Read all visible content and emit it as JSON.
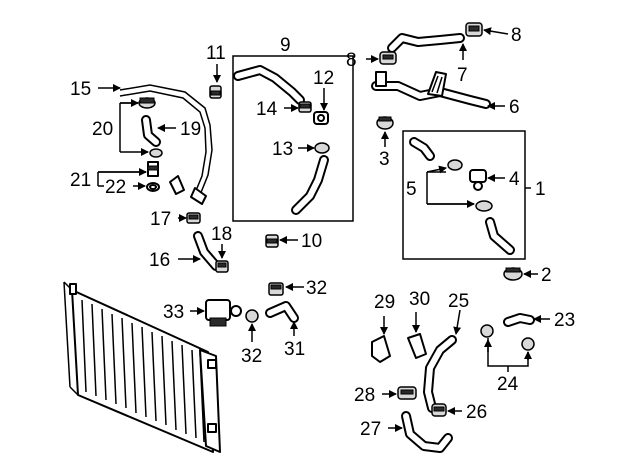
{
  "callouts": {
    "c1": "1",
    "c2": "2",
    "c3": "3",
    "c4": "4",
    "c5": "5",
    "c6": "6",
    "c7": "7",
    "c8a": "8",
    "c8b": "8",
    "c9": "9",
    "c10": "10",
    "c11": "11",
    "c12": "12",
    "c13": "13",
    "c14": "14",
    "c15": "15",
    "c16": "16",
    "c17": "17",
    "c18": "18",
    "c19": "19",
    "c20": "20",
    "c21": "21",
    "c22": "22",
    "c23": "23",
    "c24": "24",
    "c25": "25",
    "c26": "26",
    "c27": "27",
    "c28": "28",
    "c29": "29",
    "c30": "30",
    "c31": "31",
    "c32a": "32",
    "c32b": "32",
    "c33": "33"
  }
}
